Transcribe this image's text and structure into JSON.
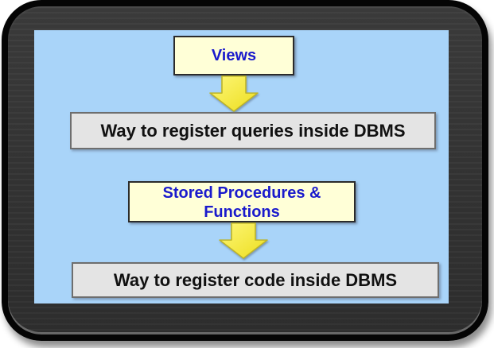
{
  "diagram": {
    "boxes": [
      {
        "id": "views",
        "label": "Views",
        "type": "concept"
      },
      {
        "id": "queries-desc",
        "label": "Way to register queries inside DBMS",
        "type": "description"
      },
      {
        "id": "stored-procedures",
        "label": "Stored Procedures & Functions",
        "type": "concept"
      },
      {
        "id": "code-desc",
        "label": "Way to register code inside DBMS",
        "type": "description"
      }
    ],
    "connectors": [
      {
        "from": "views",
        "to": "queries-desc",
        "shape": "block-arrow-down"
      },
      {
        "from": "stored-procedures",
        "to": "code-desc",
        "shape": "block-arrow-down"
      }
    ],
    "colors": {
      "frame": "#333333",
      "frame_edge": "#050505",
      "screen_background": "#A9D4F9",
      "concept_fill": "#FFFFD7",
      "concept_border": "#2B2B2B",
      "concept_text": "#1A1ACC",
      "description_fill": "#E4E4E4",
      "description_border": "#6E6E6E",
      "description_text": "#111111",
      "arrow_fill_light": "#FDF678",
      "arrow_fill_dark": "#EDDE1E",
      "arrow_outline": "#BDB429"
    }
  }
}
